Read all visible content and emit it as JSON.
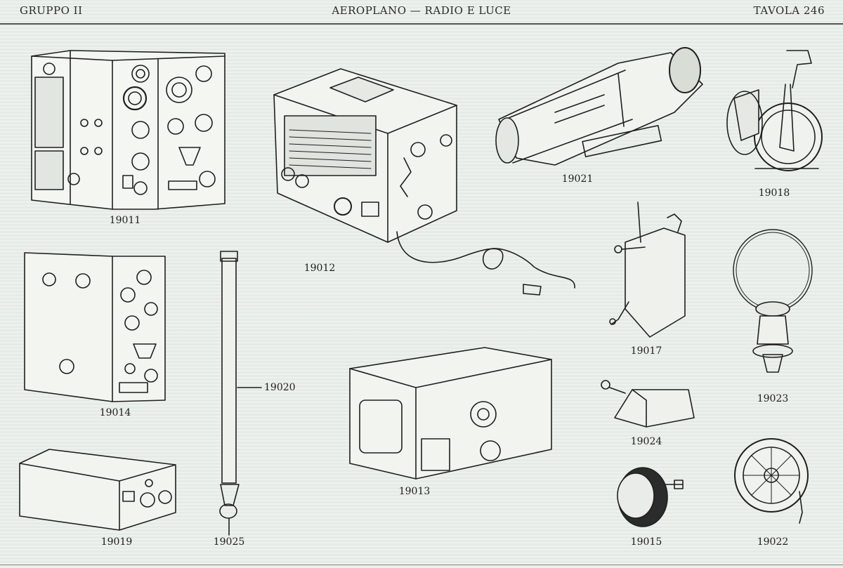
{
  "header": {
    "left": "GRUPPO II",
    "center": "AEROPLANO — RADIO E LUCE",
    "right": "TAVOLA 246"
  },
  "items": [
    {
      "id": "19011",
      "label": "19011"
    },
    {
      "id": "19012",
      "label": "19012"
    },
    {
      "id": "19021",
      "label": "19021"
    },
    {
      "id": "19018",
      "label": "19018"
    },
    {
      "id": "19014",
      "label": "19014"
    },
    {
      "id": "19020",
      "label": "19020"
    },
    {
      "id": "19017",
      "label": "19017"
    },
    {
      "id": "19023",
      "label": "19023"
    },
    {
      "id": "19013",
      "label": "19013"
    },
    {
      "id": "19024",
      "label": "19024"
    },
    {
      "id": "19019",
      "label": "19019"
    },
    {
      "id": "19025",
      "label": "19025"
    },
    {
      "id": "19015",
      "label": "19015"
    },
    {
      "id": "19022",
      "label": "19022"
    }
  ]
}
